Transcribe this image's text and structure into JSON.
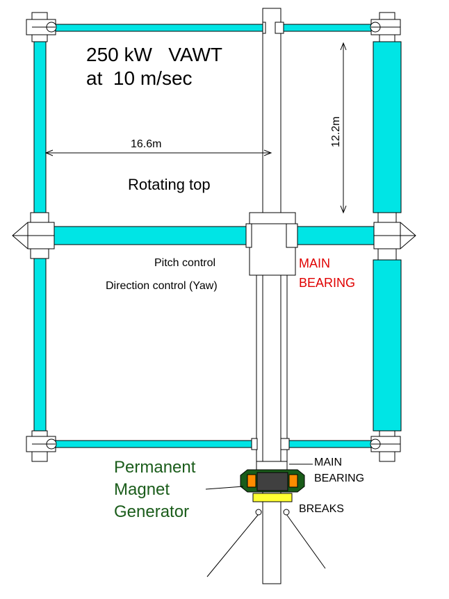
{
  "title": {
    "line1": "250 kW   VAWT",
    "line2": "at  10 m/sec"
  },
  "dimensions": {
    "width_label": "16.6m",
    "height_label": "12.2m"
  },
  "labels": {
    "rotating_top": "Rotating top",
    "pitch_control": "Pitch control",
    "direction_control": "Direction control (Yaw)",
    "main_bearing_top_line1": "MAIN",
    "main_bearing_top_line2": "BEARING",
    "main_bearing_bottom_line1": "MAIN",
    "main_bearing_bottom_line2": "BEARING",
    "generator_line1": "Permanent",
    "generator_line2": "Magnet",
    "generator_line3": "Generator",
    "breaks": "BREAKS"
  },
  "colors": {
    "blade": "#00e5e5",
    "red_label": "#e00000",
    "generator_green": "#1a5c1a",
    "generator_dark": "#404040",
    "generator_orange": "#ff8c00",
    "brake_yellow": "#ffff33",
    "line": "#000000",
    "joint_fill": "#ffffff"
  }
}
